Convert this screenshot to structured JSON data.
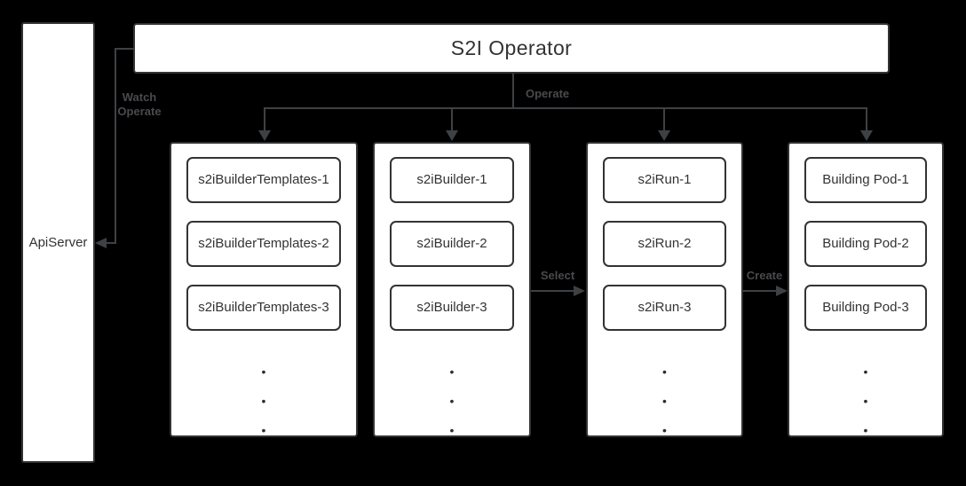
{
  "nodes": {
    "operator_title": "S2I Operator",
    "api_server_label": "ApiServer"
  },
  "columns": [
    {
      "id": "templates",
      "items": [
        "s2iBuilderTemplates-1",
        "s2iBuilderTemplates-2",
        "s2iBuilderTemplates-3"
      ]
    },
    {
      "id": "builders",
      "items": [
        "s2iBuilder-1",
        "s2iBuilder-2",
        "s2iBuilder-3"
      ]
    },
    {
      "id": "runs",
      "items": [
        "s2iRun-1",
        "s2iRun-2",
        "s2iRun-3"
      ]
    },
    {
      "id": "pods",
      "items": [
        "Building Pod-1",
        "Building Pod-2",
        "Building Pod-3"
      ]
    }
  ],
  "connectors": {
    "watch_operate": [
      "Watch",
      "Operate"
    ],
    "operate": "Operate",
    "select": "Select",
    "create": "Create"
  },
  "ellipsis_dot": "•",
  "colors": {
    "background": "#000000",
    "node_fill": "#ffffff",
    "node_border": "#333333",
    "node_text": "#333333",
    "connector": "#3e4144",
    "connector_label": "#4a4a4e"
  }
}
